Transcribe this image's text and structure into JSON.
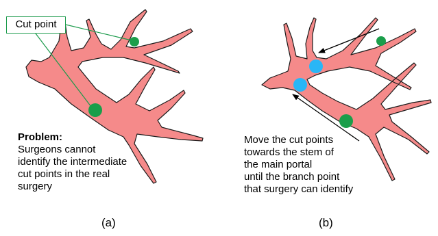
{
  "colors": {
    "vessel_fill": "#f58a8a",
    "vessel_stroke": "#1a1a1a",
    "original_cut_point": "#1a9e4a",
    "moved_cut_point": "#29b6f6",
    "callout_border": "#1a9a4a"
  },
  "panel_a": {
    "callout_label": "Cut point",
    "problem_title": "Problem:",
    "problem_lines": [
      "Surgeons cannot",
      "identify the intermediate",
      "cut points in the real",
      "surgery"
    ],
    "caption": "(a)"
  },
  "panel_b": {
    "description_lines": [
      "Move the cut points",
      "towards the stem of",
      "the main portal",
      "until the branch point",
      "that surgery can identify"
    ],
    "caption": "(b)"
  }
}
